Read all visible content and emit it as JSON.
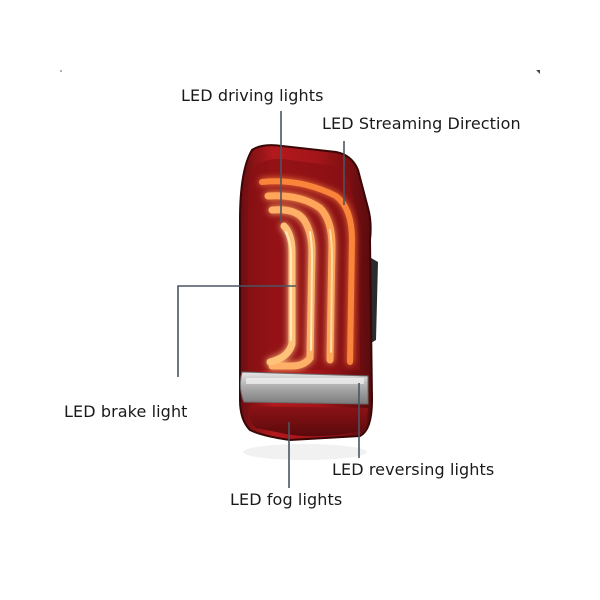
{
  "callouts": {
    "driving": "LED driving lights",
    "streaming": "LED Streaming Direction",
    "brake": "LED brake light",
    "reversing": "LED reversing lights",
    "fog": "LED fog lights"
  },
  "colors": {
    "housing_red": "#9c1418",
    "housing_dark": "#4a0a0c",
    "led_glow": "#ffb067",
    "led_core": "#ffe9b8",
    "lens_silver": "#b9b9b9",
    "leader_line": "#4b5563"
  },
  "icons": {
    "product": "car-tail-light-icon"
  }
}
